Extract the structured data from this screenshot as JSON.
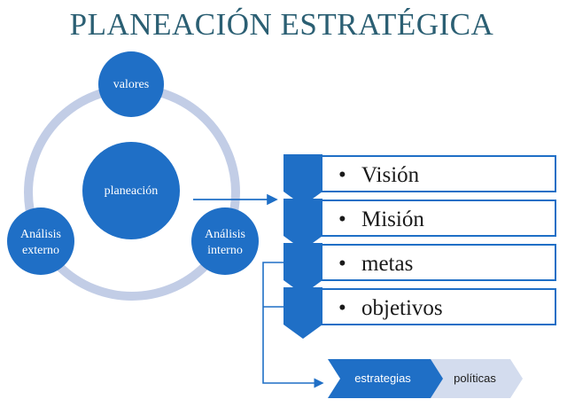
{
  "title": "PLANEACIÓN ESTRATÉGICA",
  "cycle": {
    "center": "planeación",
    "top": "valores",
    "left_line1": "Análisis",
    "left_line2": "externo",
    "right_line1": "Análisis",
    "right_line2": "interno"
  },
  "list": {
    "bullet": "•",
    "items": [
      "Visión",
      "Misión",
      "metas",
      "objetivos"
    ]
  },
  "chevrons": {
    "first": "estrategias",
    "second": "políticas"
  },
  "colors": {
    "primary_blue": "#1f6fc6",
    "ring": "#c2cde6",
    "title": "#2b5f73",
    "chevron_light": "#d3dcee"
  }
}
